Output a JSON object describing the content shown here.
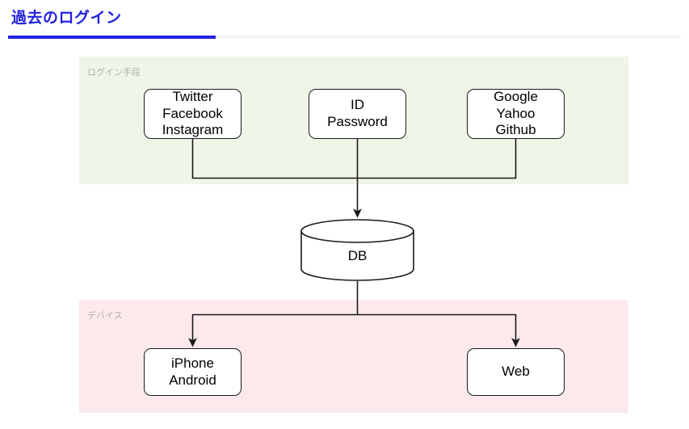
{
  "header": {
    "title": "過去のログイン",
    "accent_color": "#2222dd",
    "rule_color": "#eef3f9"
  },
  "diagram": {
    "type": "flowchart",
    "groups": [
      {
        "name": "login-methods",
        "label": "ログイン手段",
        "background": "#eff5e7",
        "label_color": "#b0b0b0"
      },
      {
        "name": "devices",
        "label": "デバイス",
        "background": "#fce9ec",
        "label_color": "#b0b0b0"
      }
    ],
    "nodes": {
      "social": {
        "lines": [
          "Twitter",
          "Facebook",
          "Instagram"
        ]
      },
      "idpw": {
        "lines": [
          "ID",
          "Password"
        ]
      },
      "oauth": {
        "lines": [
          "Google",
          "Yahoo",
          "Github"
        ]
      },
      "database": {
        "label": "DB",
        "shape": "cylinder"
      },
      "mobile": {
        "lines": [
          "iPhone",
          "Android"
        ]
      },
      "web": {
        "lines": [
          "Web"
        ]
      }
    },
    "edges": [
      {
        "from": "social",
        "to": "database",
        "style": "orthogonal"
      },
      {
        "from": "idpw",
        "to": "database",
        "style": "straight-arrow"
      },
      {
        "from": "oauth",
        "to": "database",
        "style": "orthogonal"
      },
      {
        "from": "database",
        "to": "mobile",
        "style": "orthogonal-arrow"
      },
      {
        "from": "database",
        "to": "web",
        "style": "orthogonal-arrow"
      }
    ],
    "line_color": "#1a1a1a"
  }
}
